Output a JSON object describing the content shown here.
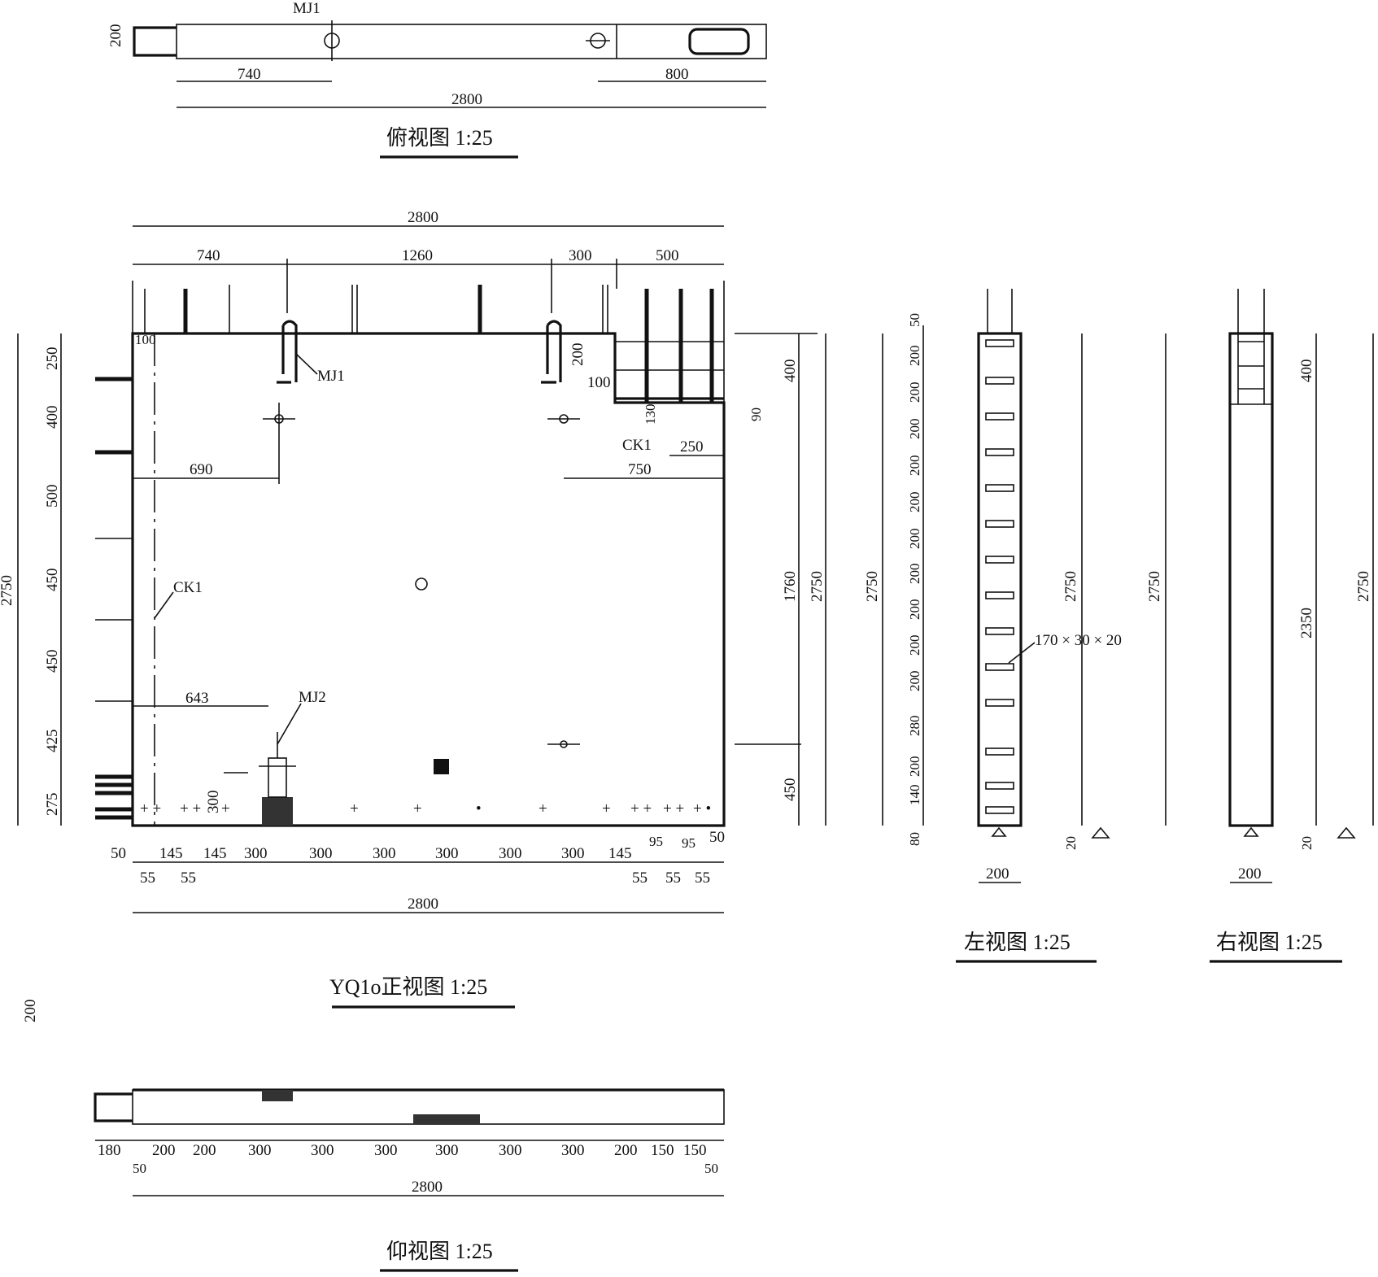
{
  "titles": {
    "top": "俯视图 1:25",
    "front": "YQ1o正视图 1:25",
    "left": "左视图 1:25",
    "right": "右视图 1:25",
    "bottom": "仰视图 1:25"
  },
  "top_view": {
    "depth": "200",
    "mj1": "MJ1",
    "dim_a": "740",
    "dim_b": "800",
    "total": "2800"
  },
  "front_view": {
    "top_total": "2800",
    "top_dims": [
      "740",
      "1260",
      "300",
      "500"
    ],
    "left_total": "2750",
    "left_dims": [
      "250",
      "400",
      "500",
      "450",
      "450",
      "425",
      "275"
    ],
    "right_dims": [
      "400",
      "90",
      "1760",
      "450"
    ],
    "right_total": "2750",
    "bottom_dims": [
      "50",
      "145",
      "145",
      "300",
      "300",
      "300",
      "300",
      "300",
      "300",
      "145",
      "95",
      "95",
      "50"
    ],
    "bottom_small": [
      "55",
      "55",
      "55",
      "55",
      "55"
    ],
    "bottom_total": "2800",
    "labels": {
      "mj1": "MJ1",
      "mj2": "MJ2",
      "ck1_left": "CK1",
      "ck1_right": "CK1",
      "d100_top": "100",
      "d200": "200",
      "d100": "100",
      "d130": "130",
      "d250": "250",
      "d750": "750",
      "d690": "690",
      "d643": "643",
      "d300": "300"
    }
  },
  "left_view": {
    "total_left": "2750",
    "spacing": [
      "50",
      "200",
      "200",
      "200",
      "200",
      "200",
      "200",
      "200",
      "200",
      "200",
      "200",
      "280",
      "200",
      "140",
      "80"
    ],
    "total_right": "2750",
    "bottom_gap": "20",
    "width": "200",
    "callout": "170 × 30 × 20"
  },
  "right_view": {
    "total_left": "2750",
    "upper": "400",
    "lower": "2350",
    "total_right": "2750",
    "bottom_gap": "20",
    "width": "200"
  },
  "bottom_view": {
    "depth": "200",
    "dims": [
      "180",
      "200",
      "200",
      "300",
      "300",
      "300",
      "300",
      "300",
      "300",
      "200",
      "150",
      "150"
    ],
    "edge_left": "50",
    "edge_right": "50",
    "total": "2800"
  }
}
